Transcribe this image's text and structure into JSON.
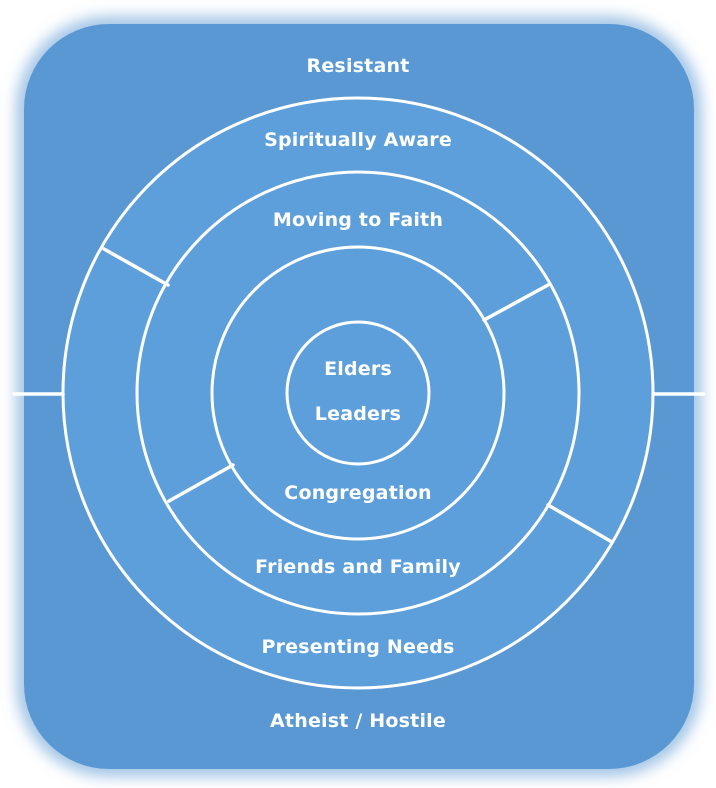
{
  "labels": {
    "resistant": "Resistant",
    "spiritually_aware": "Spiritually Aware",
    "moving_to_faith": "Moving to Faith",
    "elders": "Elders",
    "leaders": "Leaders",
    "congregation": "Congregation",
    "friends_and_family": "Friends and Family",
    "presenting_needs": "Presenting Needs",
    "atheist_hostile": "Atheist / Hostile"
  },
  "colors": {
    "background": "#5a98d4",
    "ring": "#5d9ed9",
    "line": "#ffffff"
  }
}
